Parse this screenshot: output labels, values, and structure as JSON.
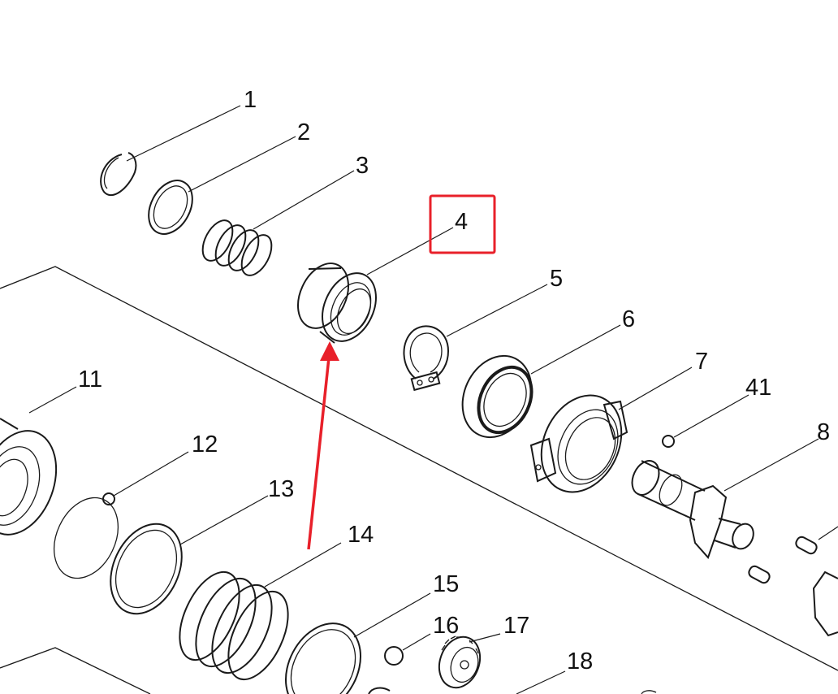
{
  "diagram": {
    "callouts": [
      {
        "id": "1",
        "label": "1"
      },
      {
        "id": "2",
        "label": "2"
      },
      {
        "id": "3",
        "label": "3"
      },
      {
        "id": "4",
        "label": "4"
      },
      {
        "id": "5",
        "label": "5"
      },
      {
        "id": "6",
        "label": "6"
      },
      {
        "id": "7",
        "label": "7"
      },
      {
        "id": "41",
        "label": "41"
      },
      {
        "id": "8",
        "label": "8"
      },
      {
        "id": "11",
        "label": "11"
      },
      {
        "id": "12",
        "label": "12"
      },
      {
        "id": "13",
        "label": "13"
      },
      {
        "id": "14",
        "label": "14"
      },
      {
        "id": "15",
        "label": "15"
      },
      {
        "id": "16",
        "label": "16"
      },
      {
        "id": "17",
        "label": "17"
      },
      {
        "id": "18",
        "label": "18"
      }
    ],
    "highlight": {
      "target": "4",
      "color": "#e8202a"
    },
    "arrow": {
      "points_to": "4",
      "color": "#e8202a"
    }
  }
}
